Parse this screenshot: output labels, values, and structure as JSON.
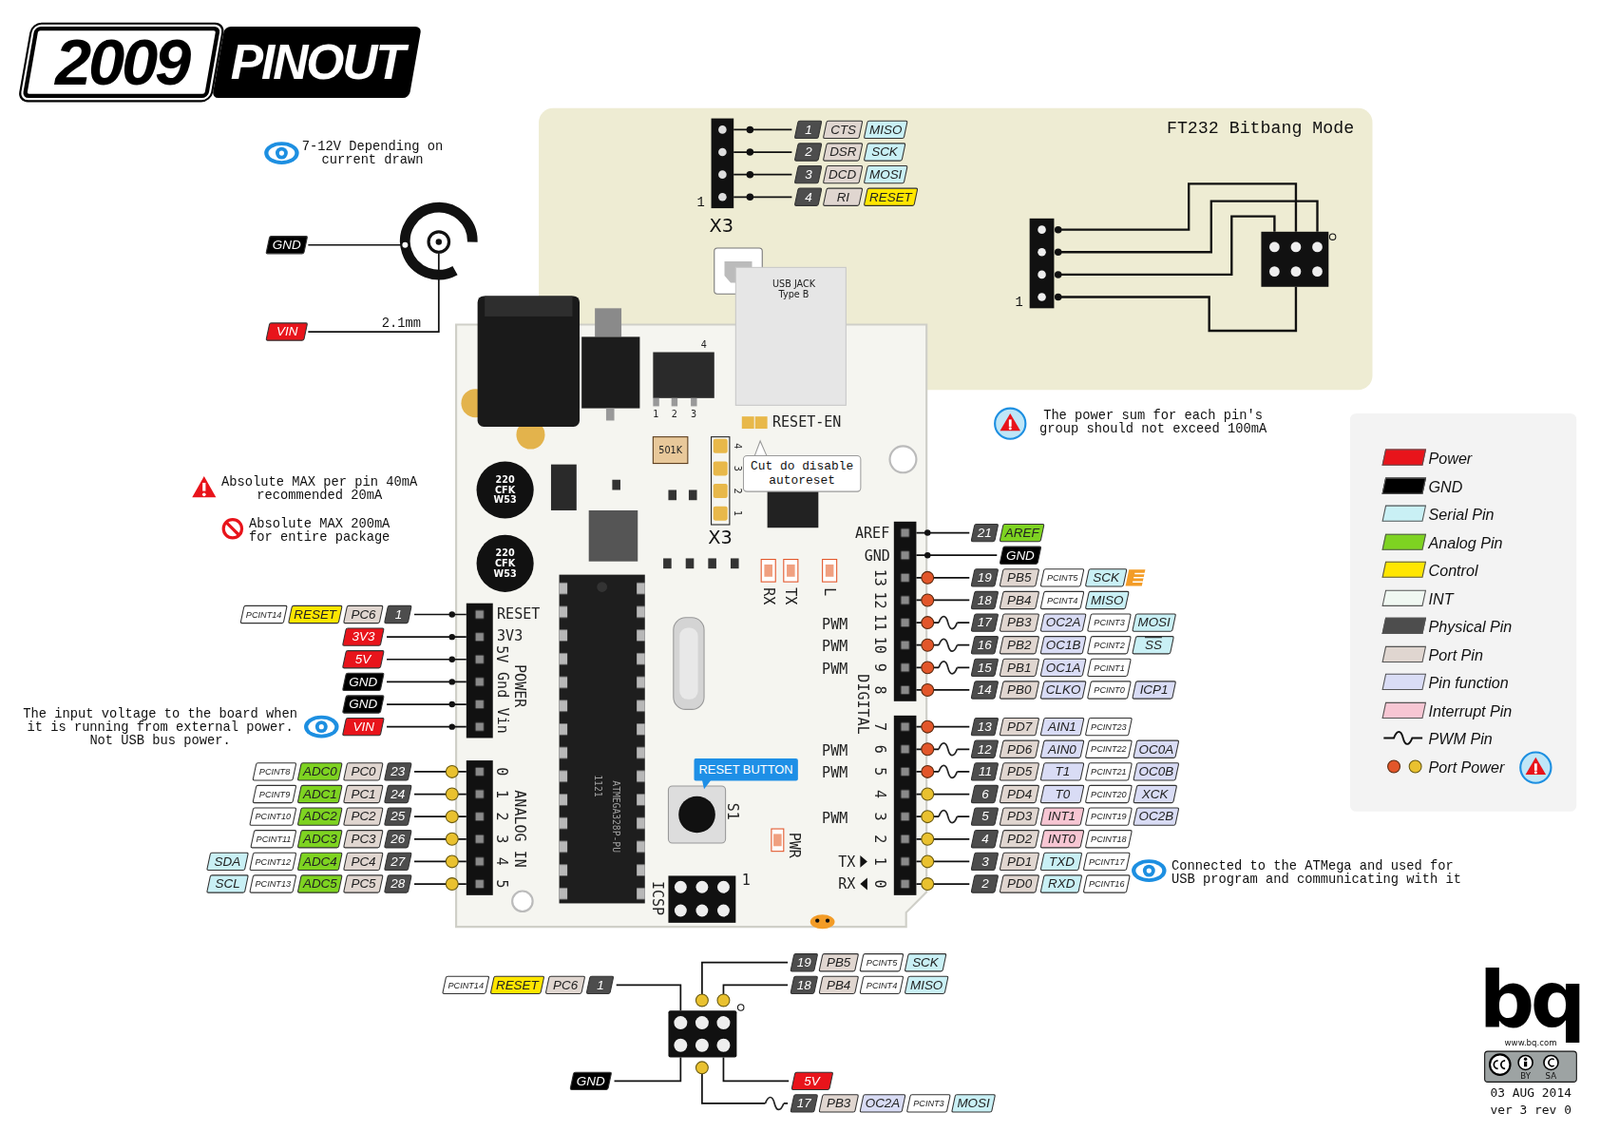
{
  "diagram": {
    "nodes": [
      {
        "text": [
          "2009"
        ]
      },
      {
        "text": [
          "PINOUT"
        ]
      },
      {
        "text": [
          "FT232 Bitbang Mode"
        ]
      },
      {
        "text": [
          "Cut do disable autoreset"
        ]
      },
      {
        "text": [
          "RESET BUTTON"
        ]
      }
    ],
    "labels": [
      "7-12V Depending on current drawn",
      "GND",
      "VIN",
      "2.1mm",
      "1",
      "CTS",
      "MISO",
      "2",
      "DSR",
      "SCK",
      "3",
      "DCD",
      "MOSI",
      "4",
      "RI",
      "RESET",
      "1",
      "X3",
      "USB JACK Type B",
      "1",
      "Absolute MAX per pin 40mA recommended 20mA",
      "Absolute MAX 200mA for entire package",
      "The power sum for each pin's group should not exceed 100mA",
      "The input voltage to the board when it is running from external power. Not USB bus power.",
      "Connected to the ATMega and used for USB program and communicating with it",
      "PCINT14",
      "RESET",
      "PC6",
      "1",
      "3V3",
      "5V",
      "GND",
      "GND",
      "VIN",
      "PCINT8",
      "ADC0",
      "PC0",
      "23",
      "PCINT9",
      "ADC1",
      "PC1",
      "24",
      "PCINT10",
      "ADC2",
      "PC2",
      "25",
      "PCINT11",
      "ADC3",
      "PC3",
      "26",
      "SDA",
      "PCINT12",
      "ADC4",
      "PC4",
      "27",
      "SCL",
      "PCINT13",
      "ADC5",
      "PC5",
      "28",
      "21",
      "AREF",
      "GND",
      "19",
      "PB5",
      "PCINT5",
      "SCK",
      "18",
      "PB4",
      "PCINT4",
      "MISO",
      "17",
      "PB3",
      "OC2A",
      "PCINT3",
      "MOSI",
      "16",
      "PB2",
      "OC1B",
      "PCINT2",
      "SS",
      "15",
      "PB1",
      "OC1A",
      "PCINT1",
      "14",
      "PB0",
      "CLKO",
      "PCINT0",
      "ICP1",
      "13",
      "PD7",
      "AIN1",
      "PCINT23",
      "12",
      "PD6",
      "AIN0",
      "PCINT22",
      "OC0A",
      "11",
      "PD5",
      "T1",
      "PCINT21",
      "OC0B",
      "6",
      "PD4",
      "T0",
      "PCINT20",
      "XCK",
      "5",
      "PD3",
      "INT1",
      "PCINT19",
      "OC2B",
      "4",
      "PD2",
      "INT0",
      "PCINT18",
      "3",
      "PD1",
      "TXD",
      "PCINT17",
      "2",
      "PD0",
      "RXD",
      "PCINT16",
      "19",
      "PB5",
      "PCINT5",
      "SCK",
      "18",
      "PB4",
      "PCINT4",
      "MISO",
      "PCINT14",
      "RESET",
      "PC6",
      "1",
      "GND",
      "5V",
      "17",
      "PB3",
      "OC2A",
      "PCINT3",
      "MOSI",
      "RESET",
      "3V3",
      "5V",
      "Gnd",
      "Vin",
      "POWER",
      "0",
      "1",
      "2",
      "3",
      "4",
      "5",
      "ANALOG IN",
      "AREF",
      "GND",
      "13",
      "12",
      "11",
      "10",
      "9",
      "8",
      "DIGITAL",
      "7",
      "6",
      "5",
      "4",
      "3",
      "2",
      "1",
      "0",
      "PWM",
      "PWM",
      "PWM",
      "PWM",
      "PWM",
      "PWM",
      "TX",
      "RX",
      "RX",
      "TX",
      "L",
      "PWR",
      "ICSP",
      "1",
      "S1",
      "RESET-EN",
      "X3",
      "4",
      "3",
      "2",
      "1",
      "220 CFK W53",
      "220 CFK W53",
      "501K",
      "ATMEGA328P-PU",
      "1121",
      "4",
      "1",
      "2",
      "3",
      "bq",
      "www.bq.com",
      "BY",
      "SA",
      "03 AUG 2014",
      "ver 3 rev 0"
    ],
    "legend": [
      {
        "text": "Power",
        "color": "#e8141b"
      },
      {
        "text": "GND",
        "color": "#000000"
      },
      {
        "text": "Serial Pin",
        "color": "#c9f0f5"
      },
      {
        "text": "Analog Pin",
        "color": "#7ed321"
      },
      {
        "text": "Control",
        "color": "#ffe600"
      },
      {
        "text": "INT",
        "color": "#f0f8f2"
      },
      {
        "text": "Physical Pin",
        "color": "#4d4d4d"
      },
      {
        "text": "Port Pin",
        "color": "#e0d6d0"
      },
      {
        "text": "Pin function",
        "color": "#d9dcf5"
      },
      {
        "text": "Interrupt Pin",
        "color": "#f7c6d3"
      },
      {
        "text": "PWM Pin"
      },
      {
        "text": "Port Power"
      }
    ]
  }
}
